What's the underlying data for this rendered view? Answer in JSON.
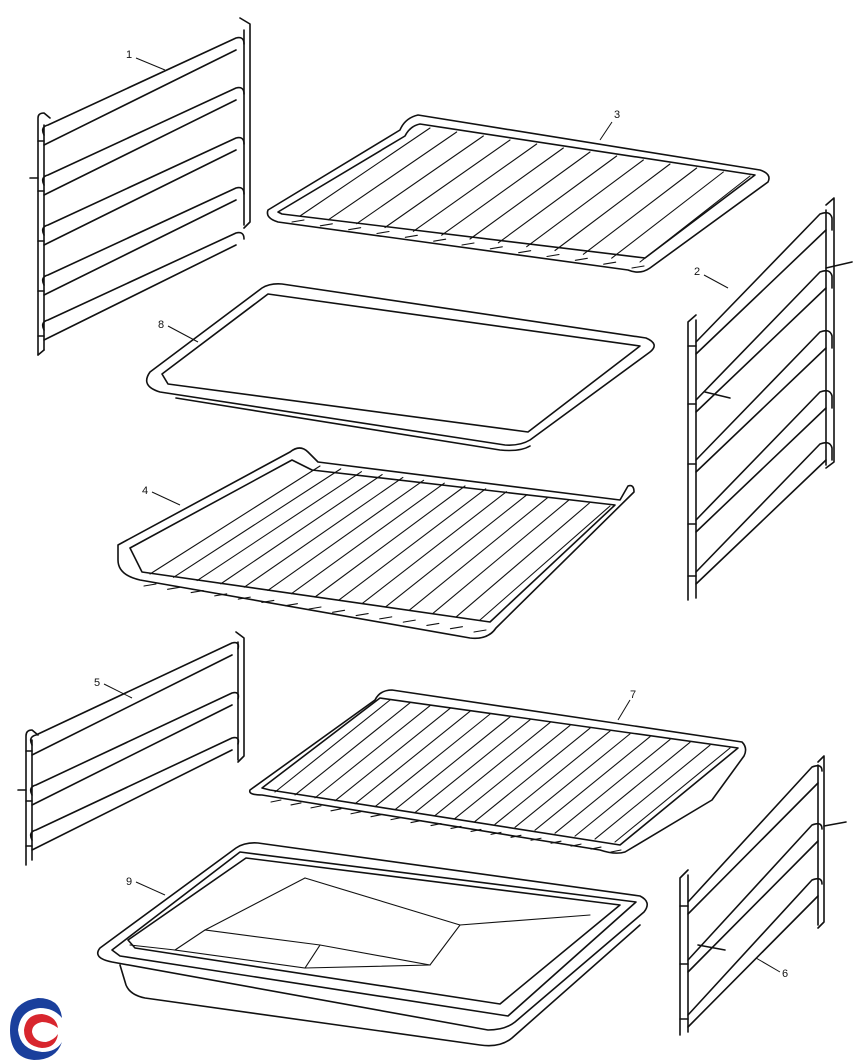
{
  "diagram": {
    "parts": [
      {
        "number": "1",
        "name": "left-side-runner-upper"
      },
      {
        "number": "2",
        "name": "right-side-runner-upper"
      },
      {
        "number": "3",
        "name": "wire-shelf-upper"
      },
      {
        "number": "4",
        "name": "wire-shelf-middle"
      },
      {
        "number": "5",
        "name": "left-side-runner-lower"
      },
      {
        "number": "6",
        "name": "right-side-runner-lower"
      },
      {
        "number": "7",
        "name": "wire-shelf-lower"
      },
      {
        "number": "8",
        "name": "baking-tray"
      },
      {
        "number": "9",
        "name": "deep-roasting-pan"
      }
    ],
    "logo": {
      "name": "swirl-logo",
      "colors": [
        "#1a3f9c",
        "#d8262e"
      ]
    }
  }
}
